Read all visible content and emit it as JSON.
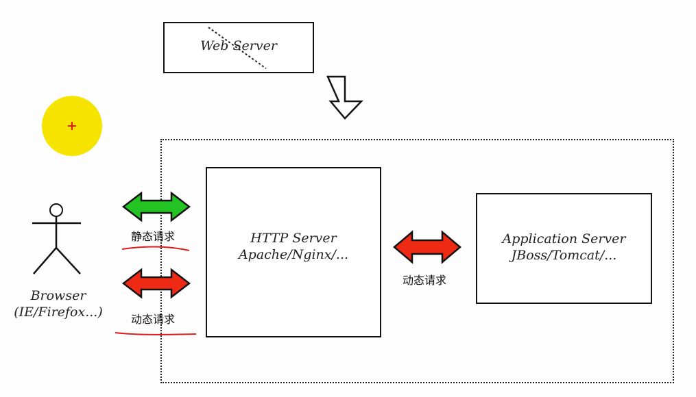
{
  "web_server": {
    "label": "Web Server"
  },
  "browser": {
    "line1": "Browser",
    "line2": "(IE/Firefox...)"
  },
  "http_server": {
    "line1": "HTTP Server",
    "line2": "Apache/Nginx/..."
  },
  "app_server": {
    "line1": "Application Server",
    "line2": "JBoss/Tomcat/..."
  },
  "arrows": {
    "static_request": "静态请求",
    "dynamic_request_left": "动态请求",
    "dynamic_request_right": "动态请求"
  },
  "colors": {
    "static_arrow": "#22c322",
    "dynamic_arrow": "#ee2a14",
    "cursor_highlight": "#f6e400",
    "annotation_underline": "#e21a1a"
  }
}
